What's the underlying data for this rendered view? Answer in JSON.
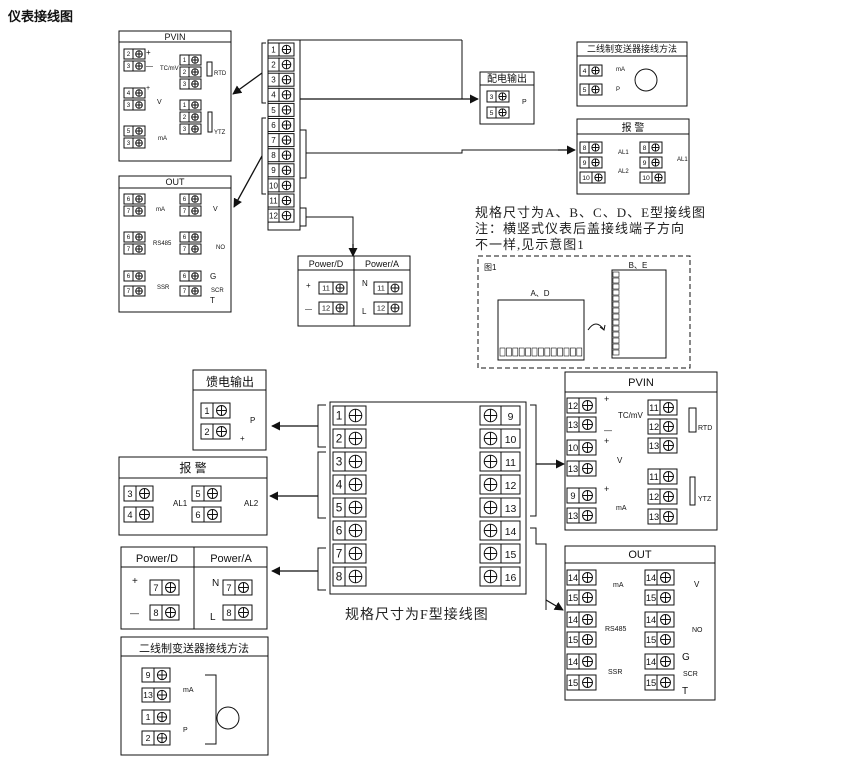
{
  "page_title": "仪表接线图",
  "labels": {
    "pvin": "PVIN",
    "out": "OUT",
    "power_d": "Power/D",
    "power_a": "Power/A",
    "feed_output_top": "配电输出",
    "feed_output_bottom": "馈电输出",
    "alarm": "报  警",
    "two_wire": "二线制变送器接线方法",
    "tc_mv": "TC/mV",
    "rtd": "RTD",
    "ytz": "YTZ",
    "v": "V",
    "ma": "mA",
    "rs485": "RS485",
    "no": "NO",
    "ssr": "SSR",
    "scr": "SCR",
    "g": "G",
    "t": "T",
    "al1": "AL1",
    "al2": "AL2",
    "p": "P",
    "n": "N",
    "l": "L",
    "plus": "+",
    "minus": "—",
    "b": "B",
    "a": "A",
    "fig1": "图1",
    "ad": "A、D",
    "be": "B、E"
  },
  "notes": {
    "line1": "规格尺寸为A、B、C、D、E型接线图",
    "line2": "注：横竖式仪表后盖接线端子方向",
    "line3": "不一样,见示意图1",
    "bottom_caption": "规格尺寸为F型接线图"
  },
  "terminals": {
    "top_strip": [
      "1",
      "2",
      "3",
      "4",
      "5",
      "6",
      "7",
      "8",
      "9",
      "10",
      "11",
      "12"
    ],
    "f_left": [
      "1",
      "2",
      "3",
      "4",
      "5",
      "6",
      "7",
      "8"
    ],
    "f_right": [
      "9",
      "10",
      "11",
      "12",
      "13",
      "14",
      "15",
      "16"
    ]
  }
}
